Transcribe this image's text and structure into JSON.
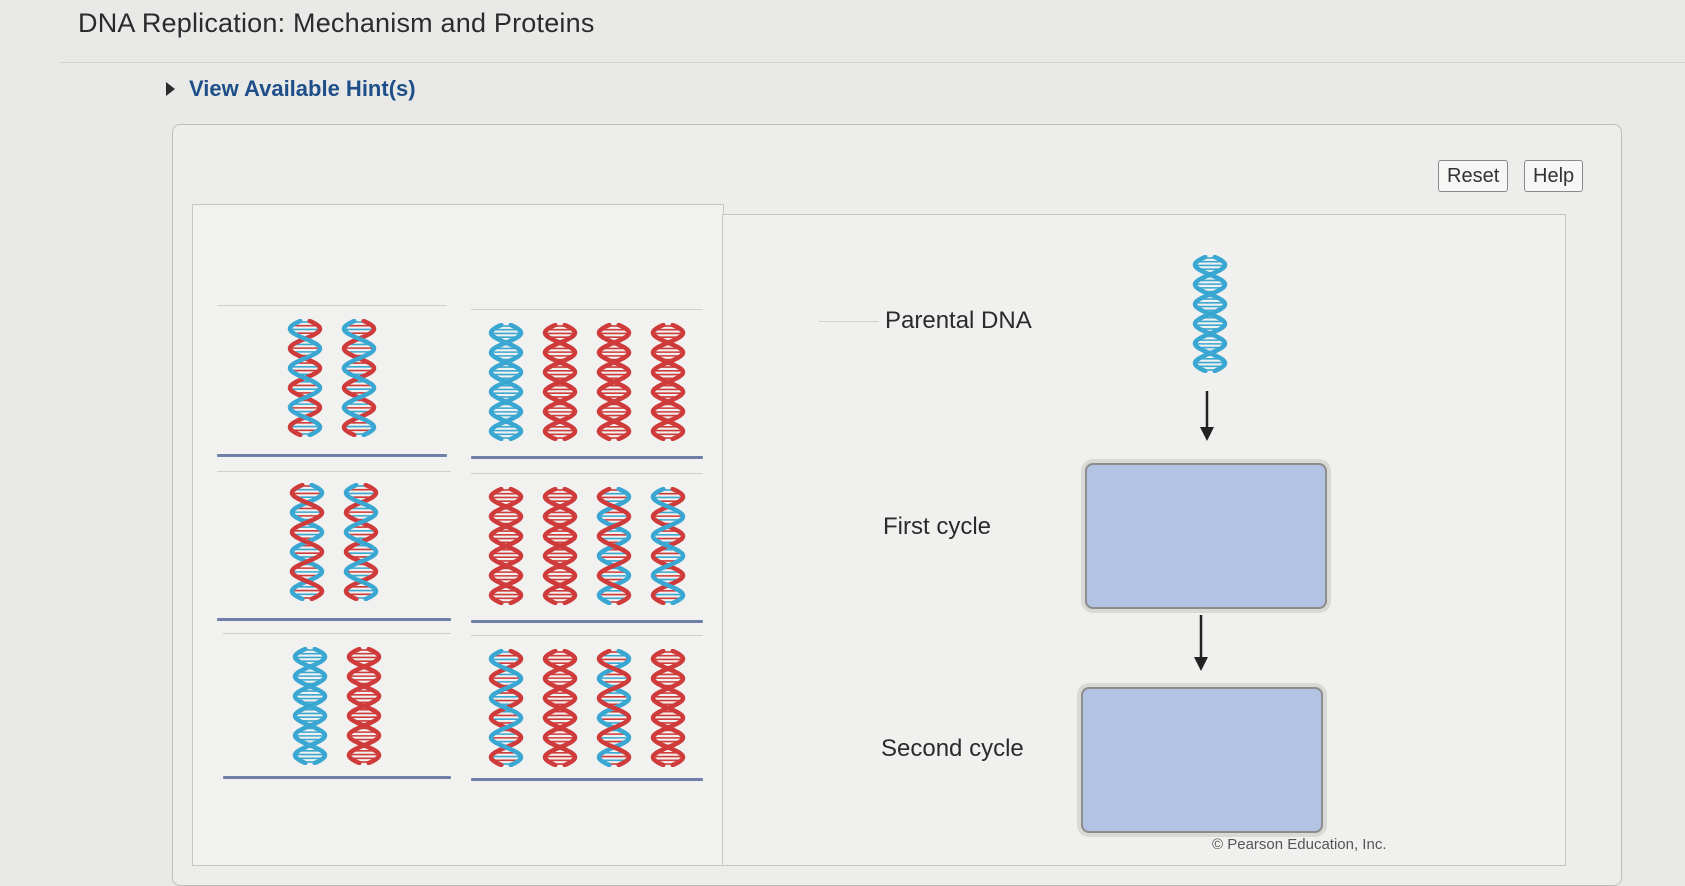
{
  "page": {
    "title": "DNA Replication: Mechanism and Proteins"
  },
  "hints": {
    "label": "View Available Hint(s)"
  },
  "toolbar": {
    "reset_label": "Reset",
    "help_label": "Help"
  },
  "colors": {
    "parental_strand": "#3aa7d3",
    "new_strand": "#cf3a3a",
    "drop_zone": "#b3c3e3"
  },
  "tiles": [
    {
      "row": 1,
      "col": 1,
      "helices": [
        [
          "red",
          "blue"
        ],
        [
          "red",
          "blue"
        ]
      ]
    },
    {
      "row": 1,
      "col": 2,
      "helices": [
        [
          "blue",
          "blue"
        ],
        [
          "red",
          "red"
        ],
        [
          "red",
          "red"
        ],
        [
          "red",
          "red"
        ]
      ]
    },
    {
      "row": 2,
      "col": 1,
      "helices": [
        [
          "blue",
          "red"
        ],
        [
          "red",
          "blue"
        ]
      ]
    },
    {
      "row": 2,
      "col": 2,
      "helices": [
        [
          "red",
          "red"
        ],
        [
          "red",
          "red"
        ],
        [
          "blue",
          "red"
        ],
        [
          "red",
          "blue"
        ]
      ]
    },
    {
      "row": 3,
      "col": 1,
      "helices": [
        [
          "blue",
          "blue"
        ],
        [
          "red",
          "red"
        ]
      ]
    },
    {
      "row": 3,
      "col": 2,
      "helices": [
        [
          "red",
          "blue"
        ],
        [
          "red",
          "red"
        ],
        [
          "blue",
          "red"
        ],
        [
          "red",
          "red"
        ]
      ]
    }
  ],
  "labels": {
    "parental": "Parental DNA",
    "first": "First cycle",
    "second": "Second cycle"
  },
  "parental_helix": [
    "blue",
    "blue"
  ],
  "credit": "© Pearson Education, Inc."
}
